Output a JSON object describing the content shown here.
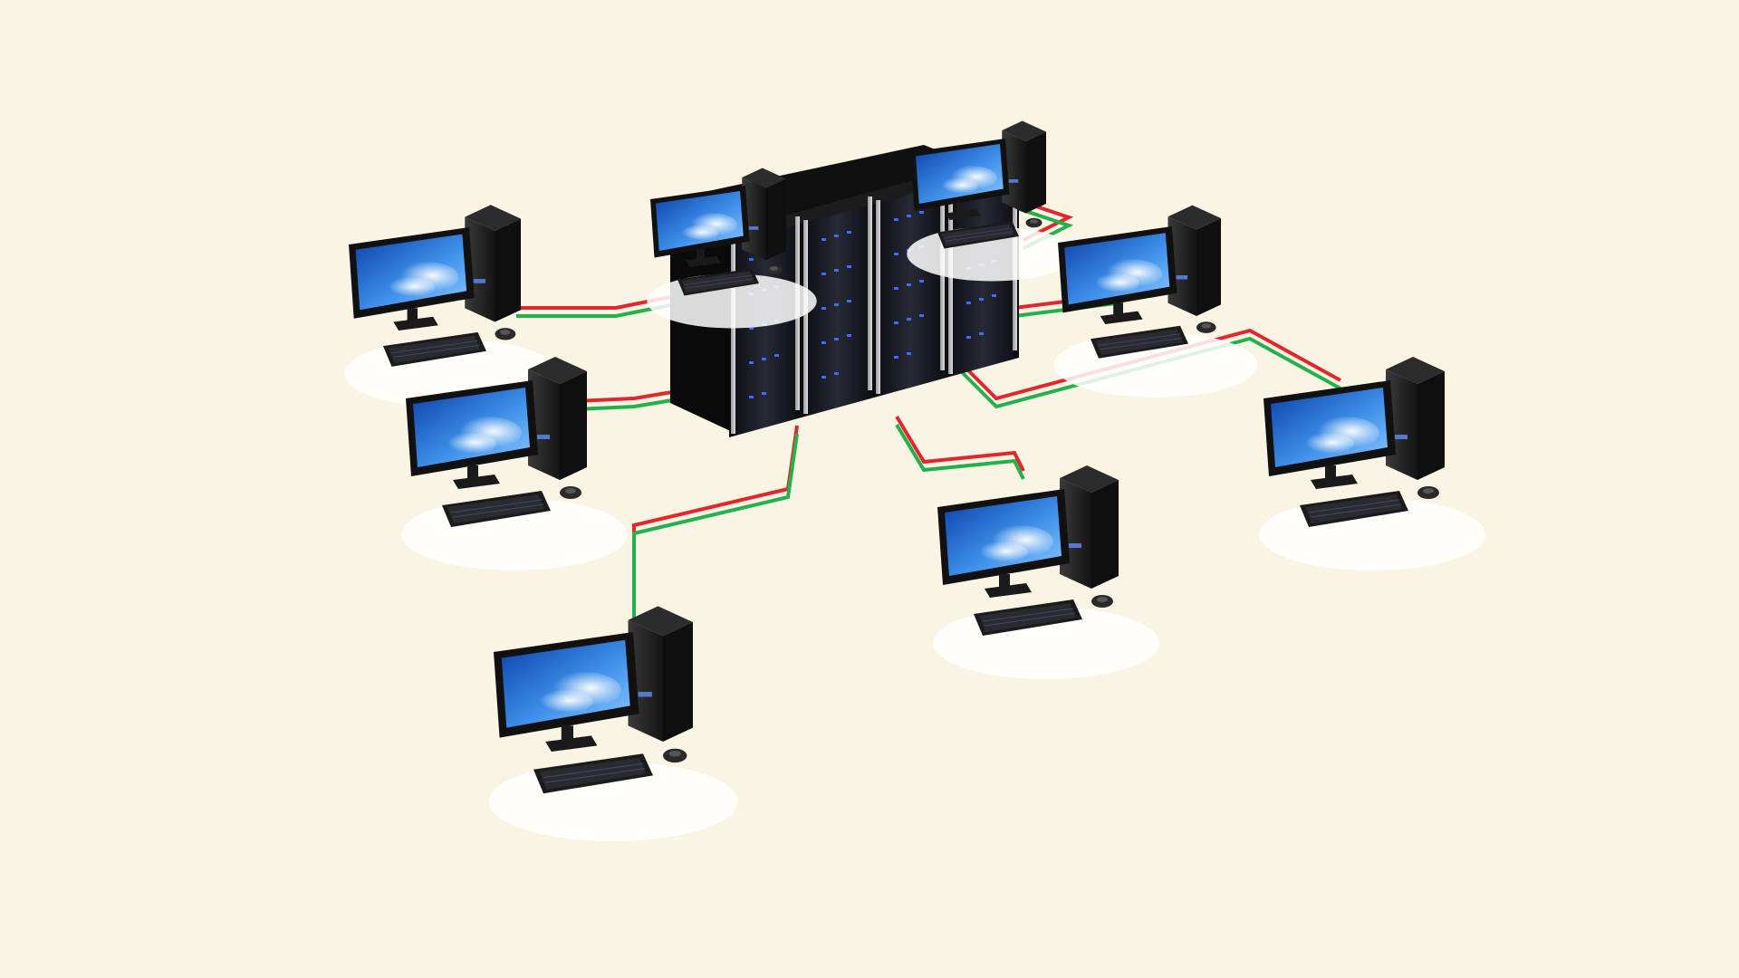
{
  "diagram": {
    "type": "client-server network",
    "background_color": "#faf4e4",
    "link_colors": {
      "outbound": "#e3262b",
      "inbound": "#23b14d"
    },
    "server": {
      "kind": "server rack cluster",
      "rack_count": 4,
      "rack_color": "#151515",
      "led_color": "#3a6cff"
    },
    "workstations": [
      {
        "id": "ws-1",
        "icon": "desktop-computer-icon",
        "screen": "sky-wallpaper"
      },
      {
        "id": "ws-2",
        "icon": "desktop-computer-icon",
        "screen": "sky-wallpaper"
      },
      {
        "id": "ws-3",
        "icon": "desktop-computer-icon",
        "screen": "sky-wallpaper"
      },
      {
        "id": "ws-4",
        "icon": "desktop-computer-icon",
        "screen": "sky-wallpaper"
      },
      {
        "id": "ws-5",
        "icon": "desktop-computer-icon",
        "screen": "sky-wallpaper"
      },
      {
        "id": "ws-6",
        "icon": "desktop-computer-icon",
        "screen": "sky-wallpaper"
      },
      {
        "id": "ws-7",
        "icon": "desktop-computer-icon",
        "screen": "sky-wallpaper"
      },
      {
        "id": "ws-8",
        "icon": "desktop-computer-icon",
        "screen": "sky-wallpaper"
      }
    ],
    "connections": [
      {
        "from": "server",
        "to": "ws-1"
      },
      {
        "from": "server",
        "to": "ws-2"
      },
      {
        "from": "server",
        "to": "ws-3"
      },
      {
        "from": "server",
        "to": "ws-4"
      },
      {
        "from": "server",
        "to": "ws-5"
      },
      {
        "from": "server",
        "to": "ws-6"
      },
      {
        "from": "server",
        "to": "ws-7"
      },
      {
        "from": "server",
        "to": "ws-8"
      }
    ]
  }
}
